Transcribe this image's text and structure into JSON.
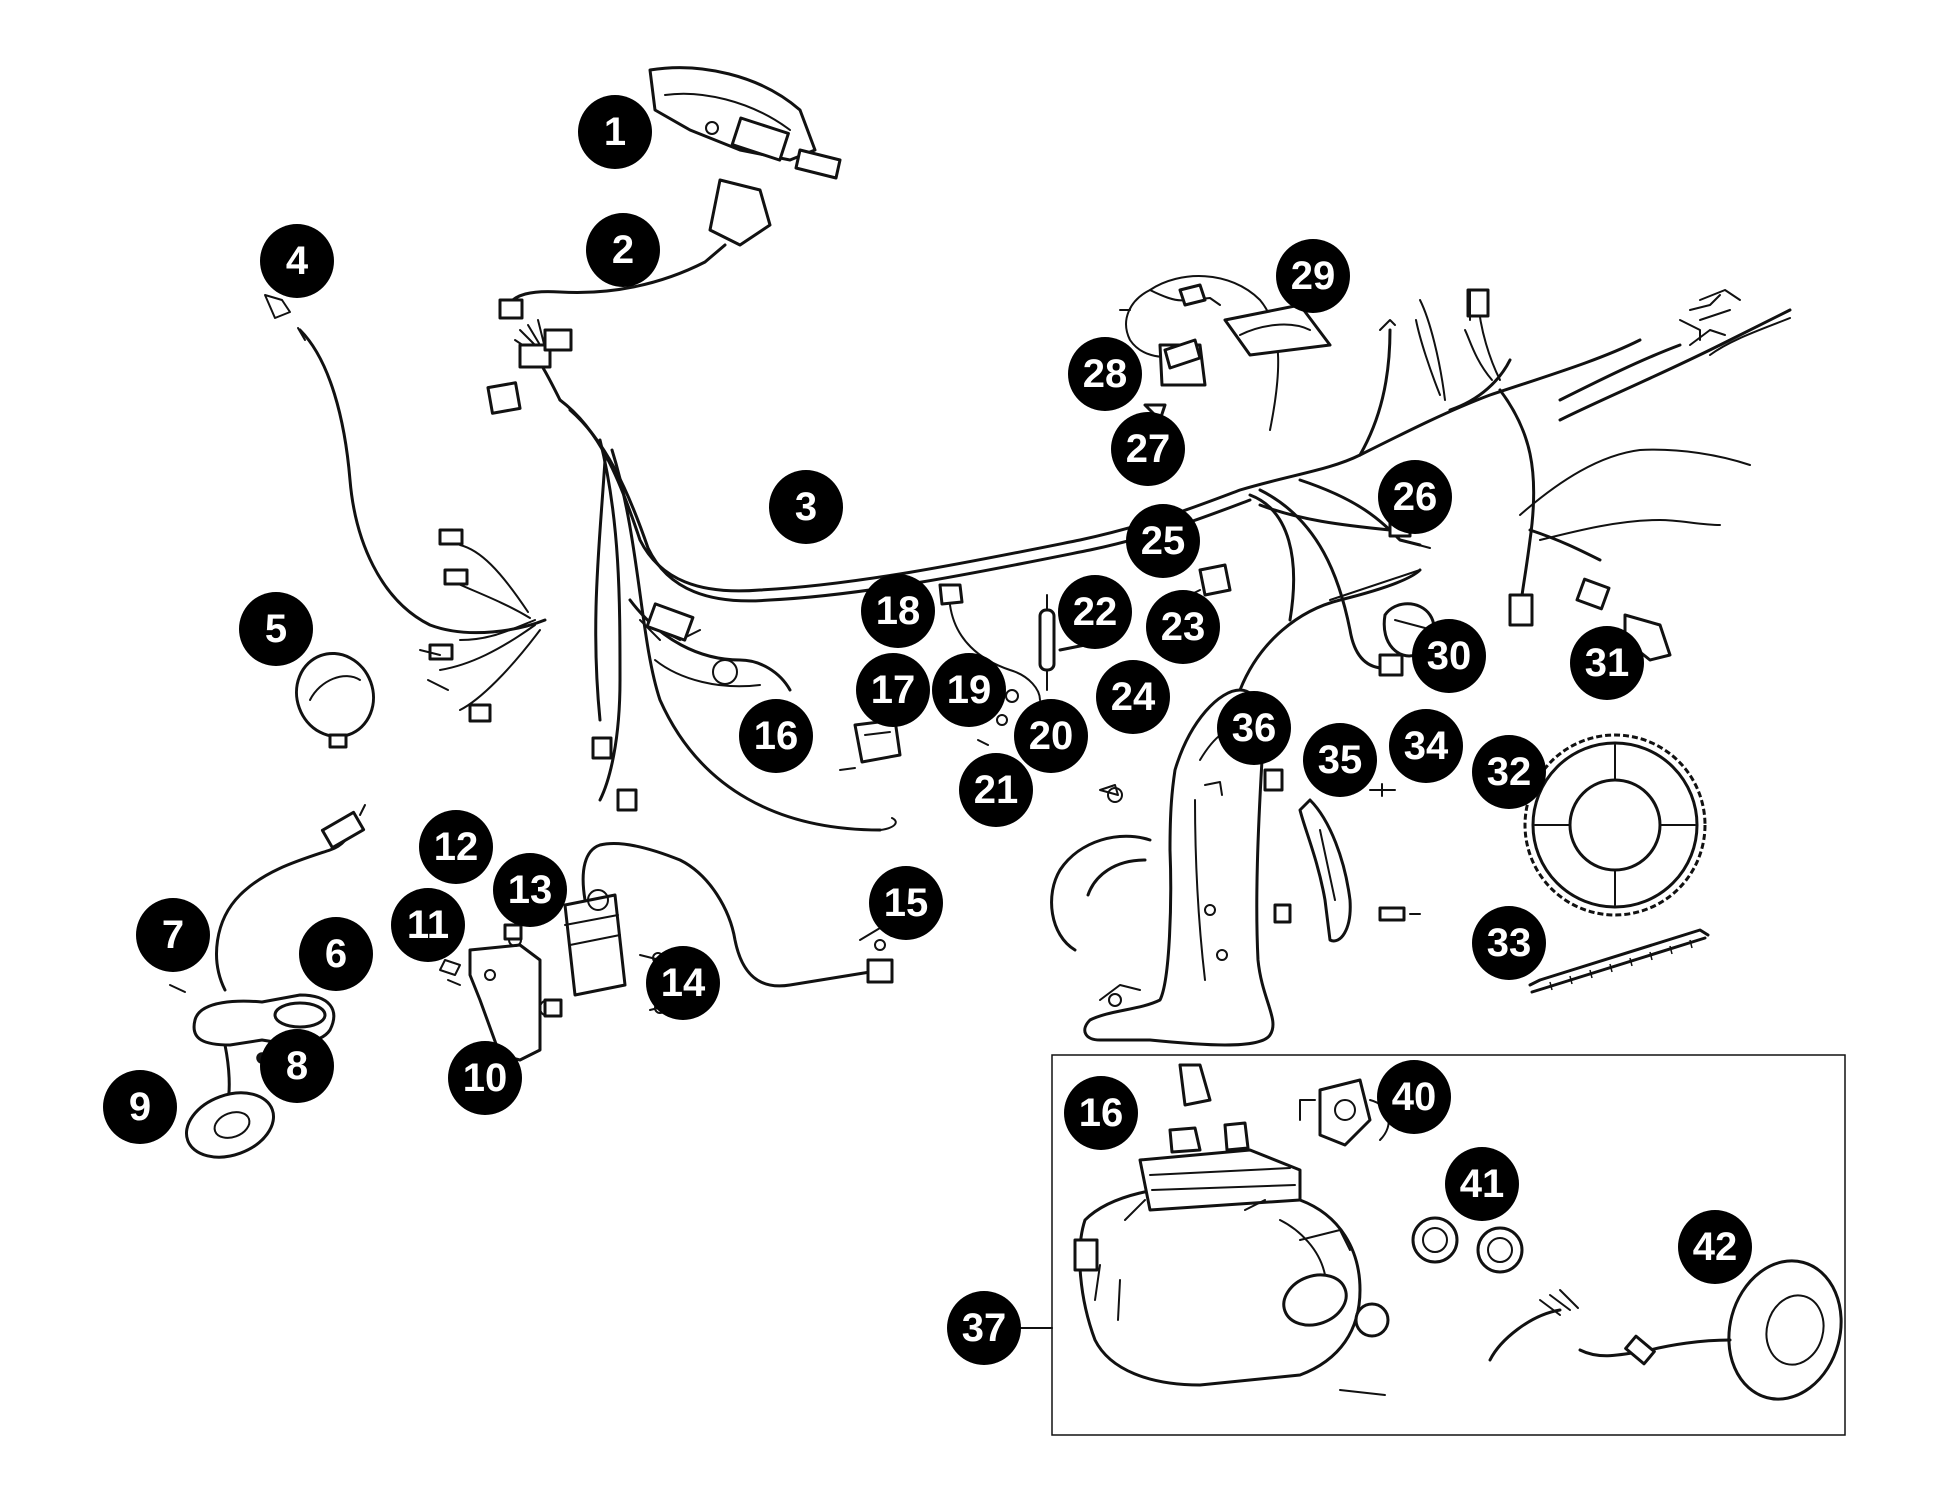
{
  "callouts": {
    "c1": "1",
    "c2": "2",
    "c3": "3",
    "c4": "4",
    "c5": "5",
    "c6": "6",
    "c7": "7",
    "c8": "8",
    "c9": "9",
    "c10": "10",
    "c11": "11",
    "c12": "12",
    "c13": "13",
    "c14": "14",
    "c15": "15",
    "c16a": "16",
    "c16b": "16",
    "c17": "17",
    "c18": "18",
    "c19": "19",
    "c20": "20",
    "c21": "21",
    "c22": "22",
    "c23": "23",
    "c24": "24",
    "c25": "25",
    "c26": "26",
    "c27": "27",
    "c28": "28",
    "c29": "29",
    "c30": "30",
    "c31": "31",
    "c32": "32",
    "c33": "33",
    "c34": "34",
    "c35": "35",
    "c36": "36",
    "c37": "37",
    "c40": "40",
    "c41": "41",
    "c42": "42"
  },
  "colors": {
    "line": "#111111",
    "callout_fill": "#000000",
    "callout_text": "#ffffff",
    "background": "#ffffff"
  }
}
